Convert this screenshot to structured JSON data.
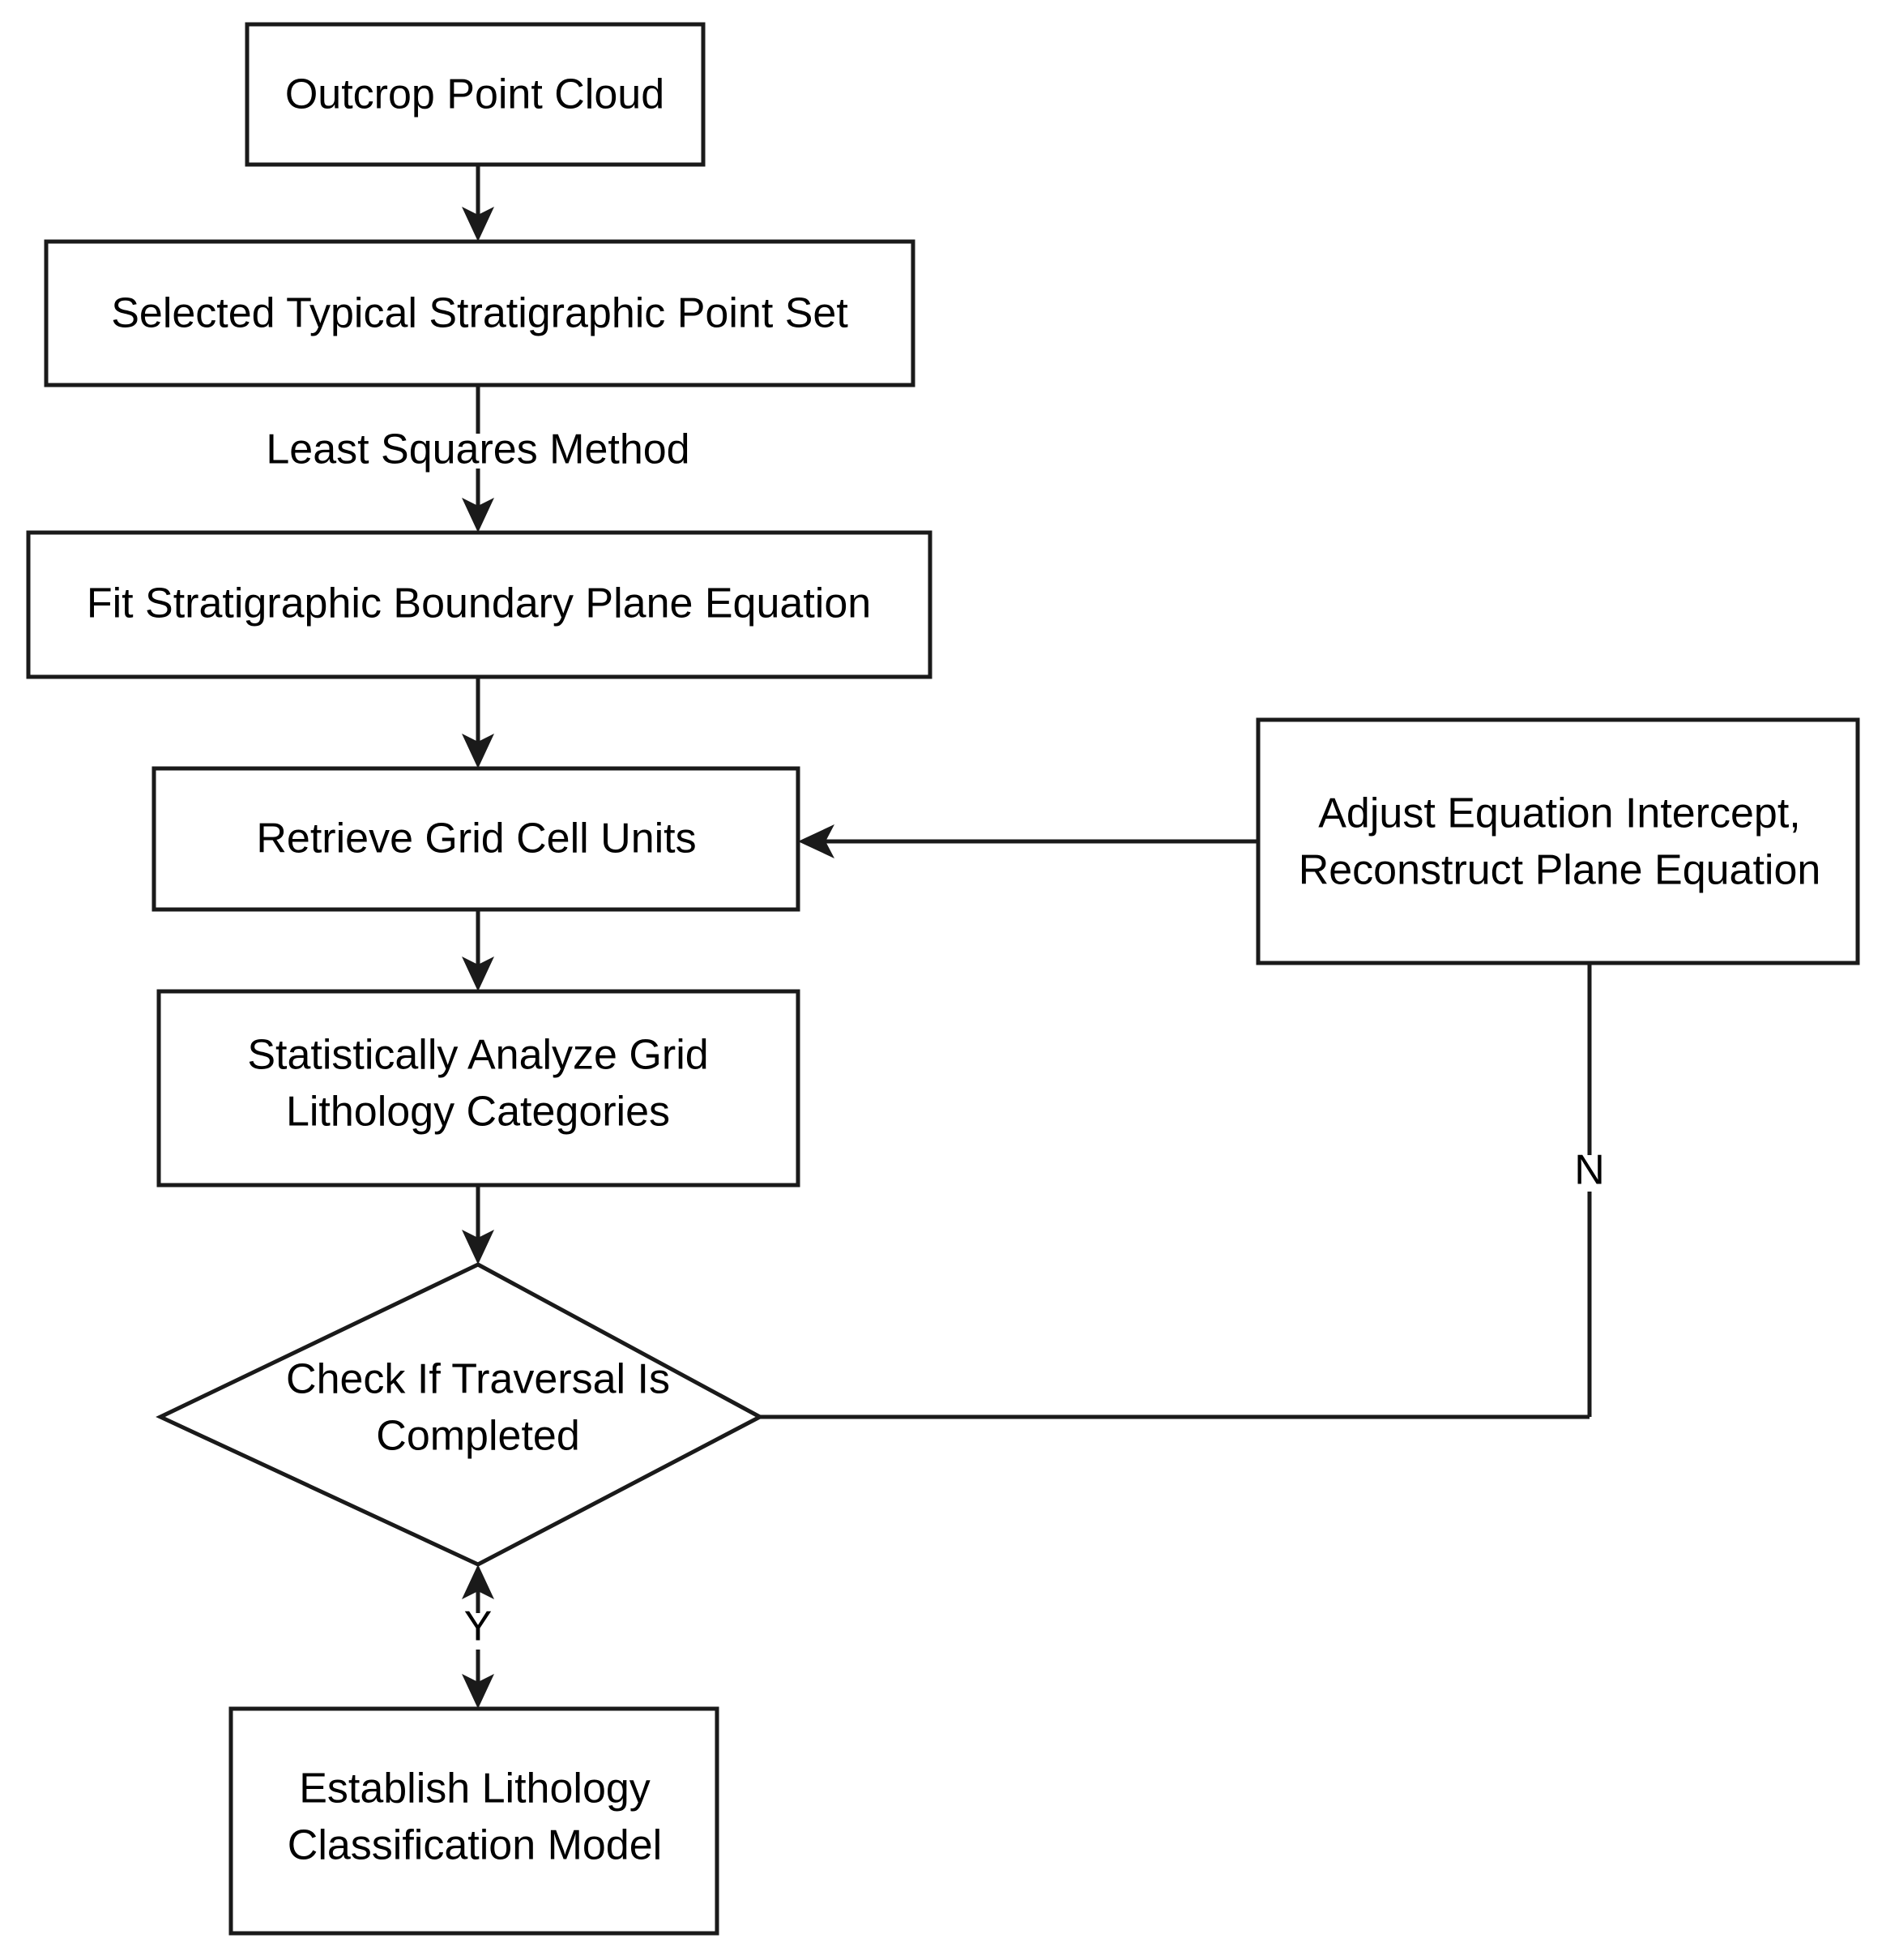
{
  "diagram": {
    "title": "Lithology Classification Workflow Flowchart",
    "type": "flowchart",
    "background_color": "#ffffff",
    "line_color": "#1a1a1a",
    "text_color": "#000000",
    "nodes": [
      {
        "id": "outcrop_point_cloud",
        "shape": "rectangle",
        "label": "Outcrop Point Cloud",
        "lines": [
          "Outcrop Point Cloud"
        ]
      },
      {
        "id": "selected_point_set",
        "shape": "rectangle",
        "label": "Selected Typical Stratigraphic Point Set",
        "lines": [
          "Selected Typical Stratigraphic Point Set"
        ]
      },
      {
        "id": "fit_plane_equation",
        "shape": "rectangle",
        "label": "Fit Stratigraphic Boundary Plane Equation",
        "lines": [
          "Fit Stratigraphic Boundary Plane Equation"
        ]
      },
      {
        "id": "retrieve_grid_cells",
        "shape": "rectangle",
        "label": "Retrieve Grid Cell Units",
        "lines": [
          "Retrieve Grid Cell Units"
        ]
      },
      {
        "id": "analyze_lithology",
        "shape": "rectangle",
        "label": "Statistically Analyze Grid Lithology Categories",
        "lines": [
          "Statistically Analyze Grid",
          "Lithology Categories"
        ]
      },
      {
        "id": "check_traversal",
        "shape": "diamond",
        "label": "Check If Traversal Is Completed",
        "lines": [
          "Check If Traversal Is",
          "Completed"
        ]
      },
      {
        "id": "establish_model",
        "shape": "rectangle",
        "label": "Establish Lithology Classification Model",
        "lines": [
          "Establish Lithology",
          "Classification Model"
        ]
      },
      {
        "id": "adjust_intercept",
        "shape": "rectangle",
        "label": "Adjust Equation Intercept, Reconstruct Plane Equation",
        "lines": [
          "Adjust Equation Intercept,",
          "Reconstruct Plane Equation"
        ]
      }
    ],
    "edges": [
      {
        "id": "e1",
        "from": "outcrop_point_cloud",
        "to": "selected_point_set",
        "label": ""
      },
      {
        "id": "e2",
        "from": "selected_point_set",
        "to": "fit_plane_equation",
        "label": "Least Squares Method"
      },
      {
        "id": "e3",
        "from": "fit_plane_equation",
        "to": "retrieve_grid_cells",
        "label": ""
      },
      {
        "id": "e4",
        "from": "retrieve_grid_cells",
        "to": "analyze_lithology",
        "label": ""
      },
      {
        "id": "e5",
        "from": "analyze_lithology",
        "to": "check_traversal",
        "label": ""
      },
      {
        "id": "e6",
        "from": "check_traversal",
        "to": "adjust_intercept",
        "label": "N"
      },
      {
        "id": "e7",
        "from": "adjust_intercept",
        "to": "retrieve_grid_cells",
        "label": ""
      },
      {
        "id": "e8",
        "from": "check_traversal",
        "to": "establish_model",
        "label": "Y"
      }
    ],
    "edge_labels": {
      "least_squares": "Least Squares Method",
      "no_branch": "N",
      "yes_branch": "Y"
    }
  }
}
